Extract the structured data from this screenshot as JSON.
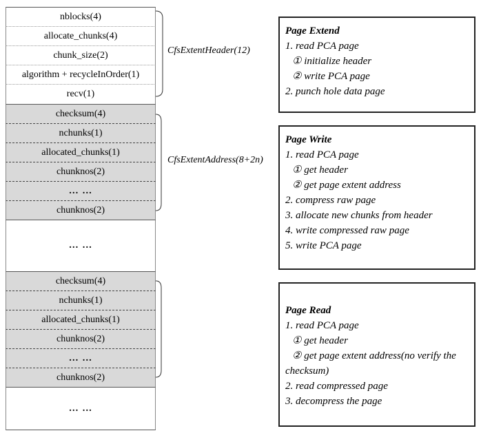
{
  "layout_stack": {
    "header_rows": [
      "nblocks(4)",
      "allocate_chunks(4)",
      "chunk_size(2)",
      "algorithm + recycleInOrder(1)",
      "recv(1)"
    ],
    "address_block_1": [
      "checksum(4)",
      "nchunks(1)",
      "allocated_chunks(1)",
      "chunknos(2)",
      "… …",
      "chunknos(2)"
    ],
    "gap_1": "… …",
    "address_block_2": [
      "checksum(4)",
      "nchunks(1)",
      "allocated_chunks(1)",
      "chunknos(2)",
      "… …",
      "chunknos(2)"
    ],
    "gap_2": "… …"
  },
  "labels": {
    "header": "CfsExtentHeader(12)",
    "address": "CfsExtentAddress(8+2n)"
  },
  "boxes": {
    "extend": {
      "title": "Page Extend",
      "s1": "1. read PCA page",
      "s1a": "① initialize header",
      "s1b": "② write PCA page",
      "s2": "2. punch hole data page"
    },
    "write": {
      "title": "Page Write",
      "s1": "1. read PCA page",
      "s1a": "① get header",
      "s1b": "② get page extent address",
      "s2": "2. compress raw page",
      "s3": "3. allocate new chunks from header",
      "s4": "4. write compressed raw page",
      "s5": "5. write PCA page"
    },
    "read": {
      "title": "Page Read",
      "s1": "1. read PCA page",
      "s1a": "① get header",
      "s1b": "② get page extent address(no verify the checksum)",
      "s2": "2. read compressed page",
      "s3": "3. decompress the page"
    }
  }
}
